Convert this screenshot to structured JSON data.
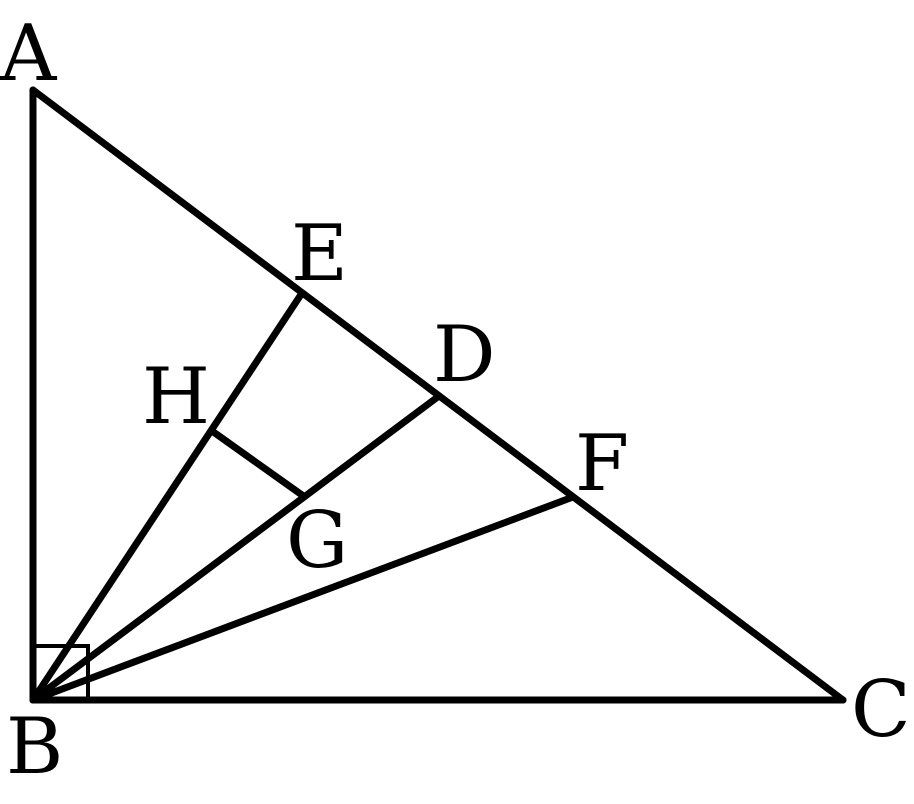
{
  "points": {
    "A": "A",
    "B": "B",
    "C": "C",
    "D": "D",
    "E": "E",
    "F": "F",
    "G": "G",
    "H": "H"
  },
  "colors": {
    "stroke": "#000000",
    "background": "#ffffff"
  },
  "marks": {
    "right_angle_at": "B"
  }
}
